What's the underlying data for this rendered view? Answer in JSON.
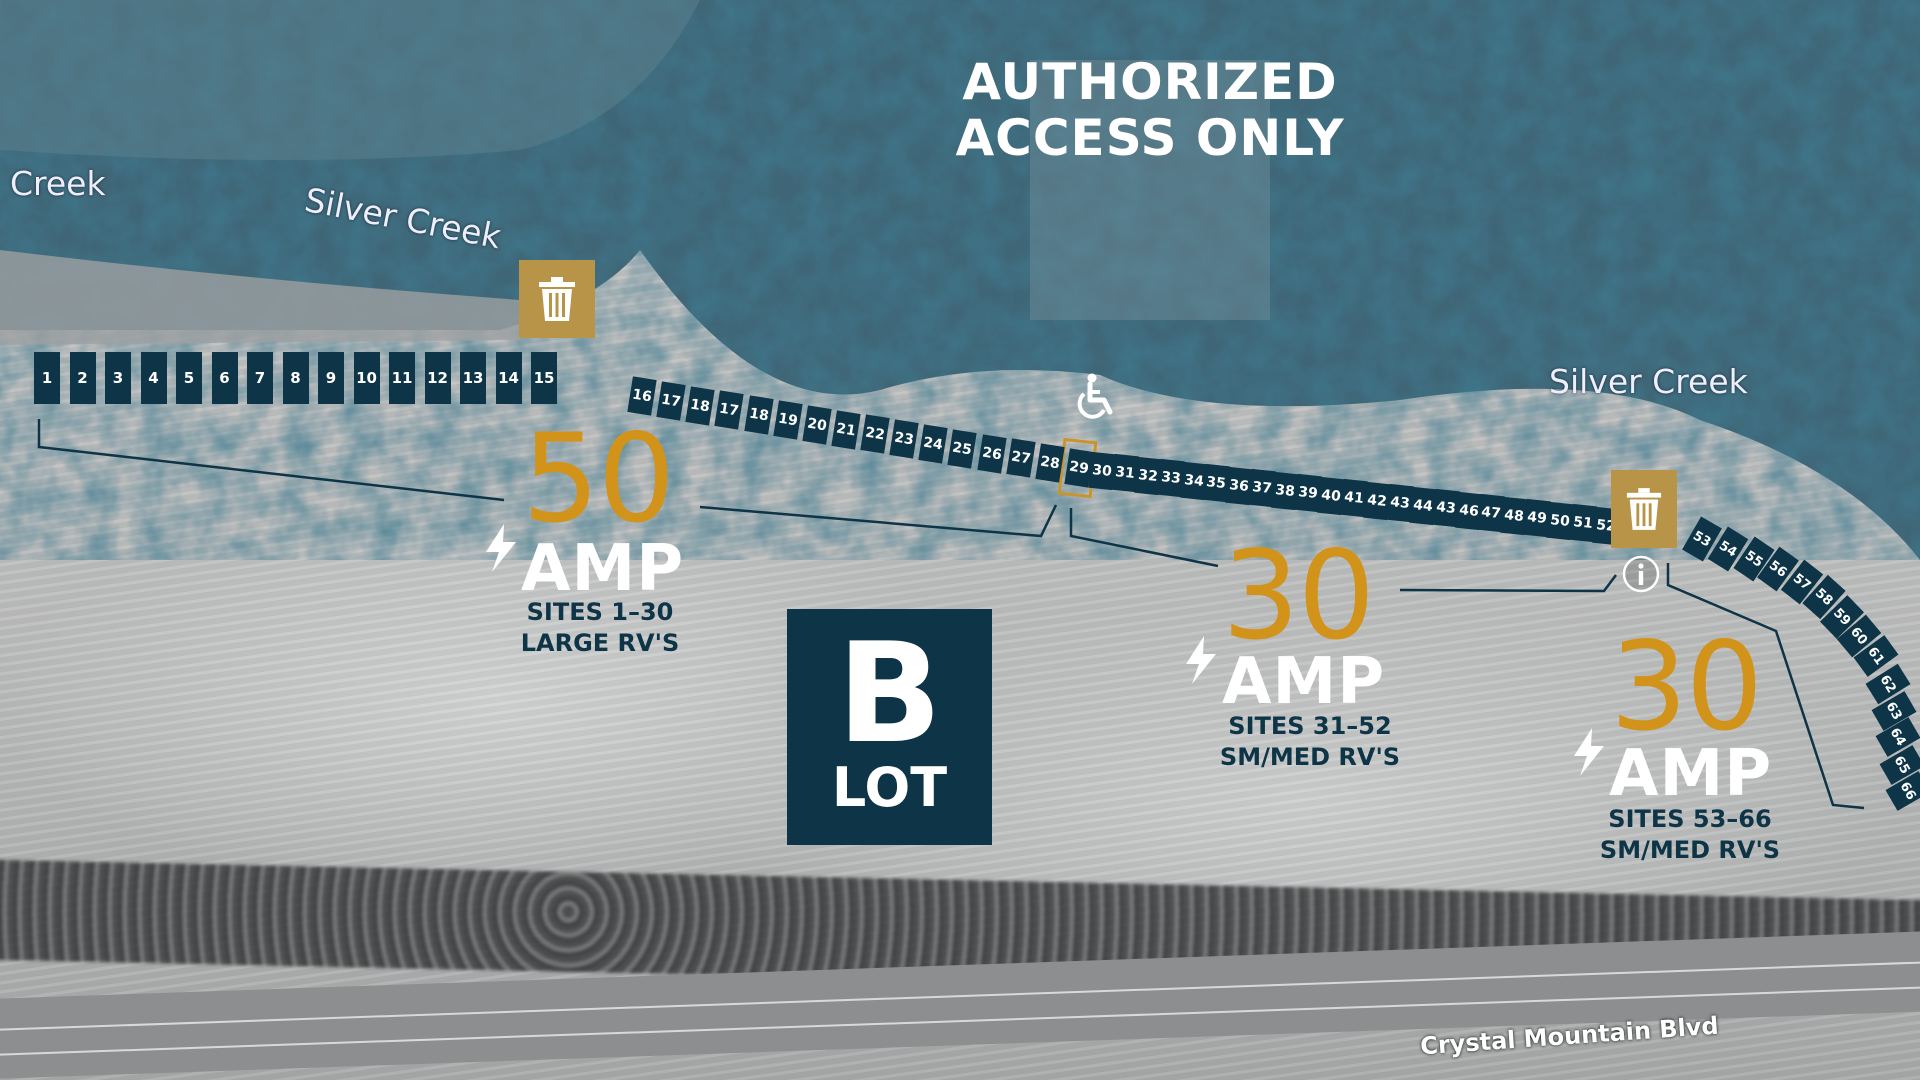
{
  "header": {
    "line1": "AUTHORIZED",
    "line2": "ACCESS ONLY"
  },
  "water_labels": {
    "left_partial": "Creek",
    "left": "Silver Creek",
    "right": "Silver Creek"
  },
  "road_label": "Crystal Mountain Blvd",
  "lot": {
    "letter": "B",
    "word": "LOT",
    "color": "#0d3447"
  },
  "zones": [
    {
      "amps": "50",
      "unit": "AMP",
      "sites": "SITES 1–30",
      "type": "LARGE RV'S"
    },
    {
      "amps": "30",
      "unit": "AMP",
      "sites": "SITES 31–52",
      "type": "SM/MED RV'S"
    },
    {
      "amps": "30",
      "unit": "AMP",
      "sites": "SITES 53–66",
      "type": "SM/MED RV'S"
    }
  ],
  "colors": {
    "accent_gold": "#d2931b",
    "navy": "#0d3447",
    "trash_bg": "#b89448"
  },
  "sites_row1": [
    "1",
    "2",
    "3",
    "4",
    "5",
    "6",
    "7",
    "8",
    "9",
    "10",
    "11",
    "12",
    "13",
    "14",
    "15"
  ],
  "sites_row2": [
    "16",
    "17",
    "18",
    "17",
    "18",
    "19",
    "20",
    "21",
    "22",
    "23",
    "24",
    "25",
    "26",
    "27",
    "28",
    "29",
    "30",
    "31",
    "32",
    "33",
    "34",
    "35",
    "36",
    "37",
    "38",
    "39",
    "40",
    "41",
    "42",
    "43",
    "44",
    "43",
    "46",
    "47",
    "48",
    "49",
    "50",
    "51",
    "52"
  ],
  "sites_row3": [
    "53",
    "54",
    "55",
    "56",
    "57",
    "58",
    "59",
    "60",
    "61",
    "62",
    "63",
    "64",
    "65",
    "66"
  ],
  "highlighted_site": "31",
  "icons": [
    "trash-icon",
    "trash-icon",
    "wheelchair-accessible-icon",
    "info-icon",
    "lightning-bolt-icon"
  ]
}
